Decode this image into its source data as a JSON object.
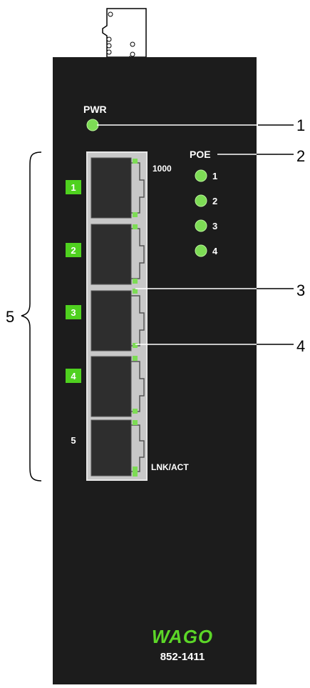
{
  "device": {
    "pwr_label": "PWR",
    "poe_label": "POE",
    "speed_label": "1000",
    "lnk_act_label": "LNK/ACT",
    "model": "852-1411",
    "logo_text": "WAGO"
  },
  "port_numbers": [
    "1",
    "2",
    "3",
    "4",
    "5"
  ],
  "poe_leds": [
    "1",
    "2",
    "3",
    "4"
  ],
  "callouts": {
    "c1": "1",
    "c2": "2",
    "c3": "3",
    "c4": "4",
    "c5": "5"
  },
  "colors": {
    "housing": "#1c1c1c",
    "led_green": "#7ddc55",
    "port_badge": "#4fd11f",
    "port_frame": "#c8c8c8",
    "jack": "#2e2e2e"
  }
}
